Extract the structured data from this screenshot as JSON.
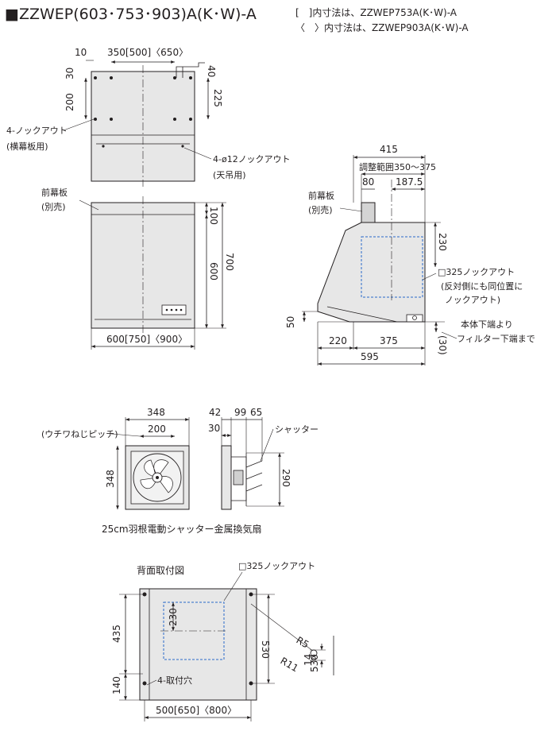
{
  "header": {
    "model": "■ZZWEP(603･753･903)A(K･W)-A",
    "note1": "[　]内寸法は、ZZWEP753A(K･W)-A",
    "note2": "〈　〉内寸法は、ZZWEP903A(K･W)-A"
  },
  "top_view": {
    "dim_10": "10",
    "dim_width": "350[500]〈650〉",
    "dim_40": "40",
    "dim_200": "200",
    "dim_30": "30",
    "dim_225": "225",
    "knockout_side": "4-ノックアウト",
    "knockout_side_sub": "(横幕板用)",
    "knockout_top": "4-ø12ノックアウト",
    "knockout_top_sub": "(天吊用)"
  },
  "front_view": {
    "panel_label": "前幕板",
    "panel_sub": "(別売)",
    "dim_100": "100",
    "dim_600": "600",
    "dim_700": "700",
    "dim_width": "600[750]〈900〉"
  },
  "side_view": {
    "dim_415": "415",
    "adjust_range": "調整範囲350～375",
    "dim_80": "80",
    "dim_1875": "187.5",
    "panel_label": "前幕板",
    "panel_sub": "(別売)",
    "dim_230": "230",
    "knockout": "□325ノックアウト",
    "knockout_sub1": "(反対側にも同位置に",
    "knockout_sub2": "ノックアウト)",
    "dim_50": "50",
    "dim_220": "220",
    "dim_375": "375",
    "dim_595": "595",
    "dim_30": "(30)",
    "bottom_note1": "本体下端より",
    "bottom_note2": "フィルター下端まで"
  },
  "fan_view": {
    "dim_348_top": "348",
    "dim_200": "200",
    "pitch_label": "(ウチワねじピッチ)",
    "dim_348_side": "348",
    "dim_42": "42",
    "dim_99": "99",
    "dim_65": "65",
    "dim_30": "30",
    "dim_290": "290",
    "shutter_label": "シャッター",
    "caption": "25cm羽根電動シャッター金属換気扇"
  },
  "rear_view": {
    "title": "背面取付図",
    "knockout": "□325ノックアウト",
    "dim_230": "230",
    "dim_435": "435",
    "dim_530": "530",
    "dim_140": "140",
    "holes_label": "4-取付穴",
    "dim_width": "500[650]〈800〉",
    "detail_r5": "R5",
    "detail_r11": "R11",
    "detail_14": "14",
    "detail_530": "530"
  }
}
